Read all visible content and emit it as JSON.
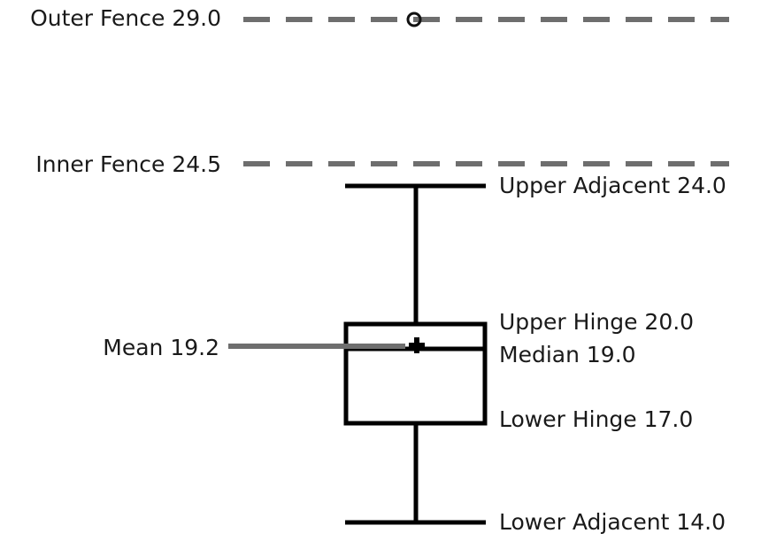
{
  "figure": {
    "kind": "box-plot-anatomy-diagram",
    "background_color": "#ffffff",
    "line_color": "#000000",
    "fence_color": "#6e6e6e",
    "text_color": "#1a1a1a"
  },
  "labels": {
    "outer_fence": "Outer Fence 29.0",
    "inner_fence": "Inner Fence 24.5",
    "mean": "Mean 19.2",
    "upper_adjacent": "Upper Adjacent 24.0",
    "upper_hinge": "Upper Hinge 20.0",
    "median": "Median 19.0",
    "lower_hinge": "Lower Hinge 17.0",
    "lower_adjacent": "Lower Adjacent 14.0"
  },
  "chart_data": {
    "type": "box",
    "title": "",
    "xlabel": "",
    "ylabel": "",
    "orientation": "vertical",
    "grid": false,
    "legend": false,
    "series": [
      {
        "name": "box",
        "outer_fence_upper": 29.0,
        "inner_fence_upper": 24.5,
        "upper_adjacent": 24.0,
        "upper_hinge": 20.0,
        "mean": 19.2,
        "median": 19.0,
        "lower_hinge": 17.0,
        "lower_adjacent": 14.0,
        "outliers": [
          29.0
        ]
      }
    ],
    "annotations": [
      {
        "name": "outer-fence",
        "value": 29.0,
        "style": "dashed",
        "label": "Outer Fence 29.0"
      },
      {
        "name": "inner-fence",
        "value": 24.5,
        "style": "dashed",
        "label": "Inner Fence 24.5"
      },
      {
        "name": "upper-adjacent",
        "value": 24.0,
        "style": "solid",
        "label": "Upper Adjacent 24.0"
      },
      {
        "name": "upper-hinge",
        "value": 20.0,
        "style": "solid",
        "label": "Upper Hinge 20.0"
      },
      {
        "name": "mean",
        "value": 19.2,
        "style": "marker-plus",
        "label": "Mean 19.2"
      },
      {
        "name": "median",
        "value": 19.0,
        "style": "solid",
        "label": "Median 19.0"
      },
      {
        "name": "lower-hinge",
        "value": 17.0,
        "style": "solid",
        "label": "Lower Hinge 17.0"
      },
      {
        "name": "lower-adjacent",
        "value": 14.0,
        "style": "solid",
        "label": "Lower Adjacent 14.0"
      }
    ]
  }
}
